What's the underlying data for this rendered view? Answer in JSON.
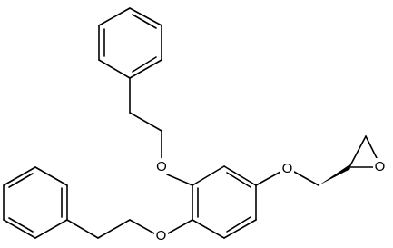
{
  "molecule": {
    "atoms": {
      "o_top_ether": "O",
      "o_bottom_ether": "O",
      "o_glycidyl_ether": "O",
      "o_epoxide": "O"
    },
    "colors": {
      "bond": "#000000",
      "label": "#000000",
      "background": "#ffffff"
    }
  }
}
